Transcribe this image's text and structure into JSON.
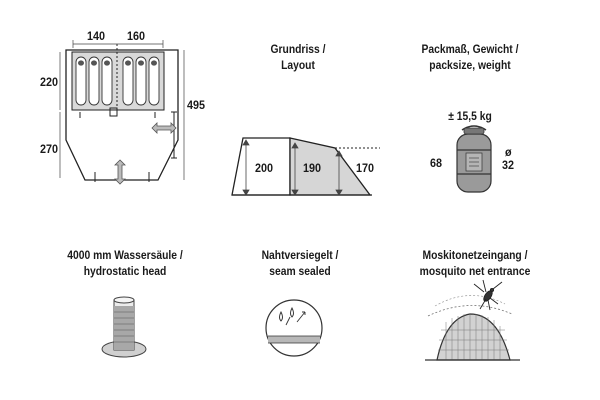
{
  "floorplan": {
    "width_left": "140",
    "width_right": "160",
    "depth_sleeping": "220",
    "depth_vestibule": "270",
    "total_length": "495"
  },
  "layout": {
    "title_de": "Grundriss /",
    "title_en": "Layout",
    "height_main": "200",
    "height_mid": "190",
    "height_rear": "170"
  },
  "pack": {
    "title_de": "Packmaß, Gewicht /",
    "title_en": "packsize, weight",
    "weight": "± 15,5 kg",
    "length": "68",
    "diameter_symbol": "ø",
    "diameter": "32"
  },
  "hydro": {
    "title_de": "4000 mm Wassersäule /",
    "title_en": "hydrostatic head"
  },
  "seam": {
    "title_de": "Nahtversiegelt /",
    "title_en": "seam sealed"
  },
  "mosquito": {
    "title_de": "Moskitonetzeingang /",
    "title_en": "mosquito net entrance"
  }
}
